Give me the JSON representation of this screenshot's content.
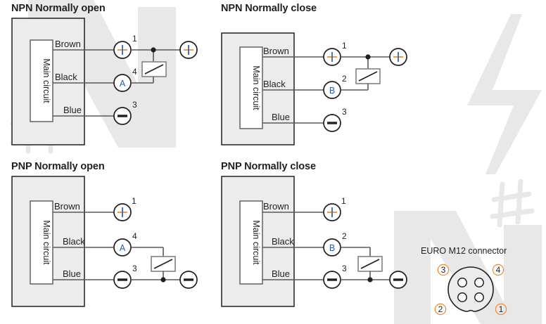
{
  "page": {
    "background_color": "#ffffff",
    "wire_color": "#58595b",
    "outline_color": "#231f20",
    "shaded_box_color": "#ececec",
    "accent_plus_horizontal": "#f0872a",
    "accent_plus_vertical": "#2a5caa",
    "terminal_letter_color": "#2a5caa"
  },
  "diagrams": [
    {
      "id": "npn-normally-open",
      "title": "NPN Normally open",
      "block_label": "Main circuit",
      "wires": [
        {
          "label": "Brown",
          "terminal_symbol": "+",
          "terminal_number": "1"
        },
        {
          "label": "Black",
          "terminal_symbol": "A",
          "terminal_number": "4"
        },
        {
          "label": "Blue",
          "terminal_symbol": "−",
          "terminal_number": "3"
        }
      ],
      "supply_terminal_symbol": "+",
      "load_present": true,
      "load_connects_from": "1",
      "load_connects_to": "4"
    },
    {
      "id": "npn-normally-close",
      "title": "NPN Normally close",
      "block_label": "Main circuit",
      "wires": [
        {
          "label": "Brown",
          "terminal_symbol": "+",
          "terminal_number": "1"
        },
        {
          "label": "Black",
          "terminal_symbol": "B",
          "terminal_number": "2"
        },
        {
          "label": "Blue",
          "terminal_symbol": "−",
          "terminal_number": "3"
        }
      ],
      "supply_terminal_symbol": "+",
      "load_present": true,
      "load_connects_from": "1",
      "load_connects_to": "2"
    },
    {
      "id": "pnp-normally-open",
      "title": "PNP Normally open",
      "block_label": "Main circuit",
      "wires": [
        {
          "label": "Brown",
          "terminal_symbol": "+",
          "terminal_number": "1"
        },
        {
          "label": "Black",
          "terminal_symbol": "A",
          "terminal_number": "4"
        },
        {
          "label": "Blue",
          "terminal_symbol": "−",
          "terminal_number": "3"
        }
      ],
      "supply_terminal_symbol": "−",
      "load_present": true,
      "load_connects_from": "4",
      "load_connects_to": "3"
    },
    {
      "id": "pnp-normally-close",
      "title": "PNP Normally close",
      "block_label": "Main circuit",
      "wires": [
        {
          "label": "Brown",
          "terminal_symbol": "+",
          "terminal_number": "1"
        },
        {
          "label": "Black",
          "terminal_symbol": "B",
          "terminal_number": "2"
        },
        {
          "label": "Blue",
          "terminal_symbol": "−",
          "terminal_number": "3"
        }
      ],
      "supply_terminal_symbol": "−",
      "load_present": true,
      "load_connects_from": "2",
      "load_connects_to": "3"
    }
  ],
  "connector": {
    "title": "EURO M12 connector",
    "pin_labels": {
      "top_left": "3",
      "top_right": "4",
      "bottom_left": "2",
      "bottom_right": "1"
    },
    "pin_count": 4
  }
}
